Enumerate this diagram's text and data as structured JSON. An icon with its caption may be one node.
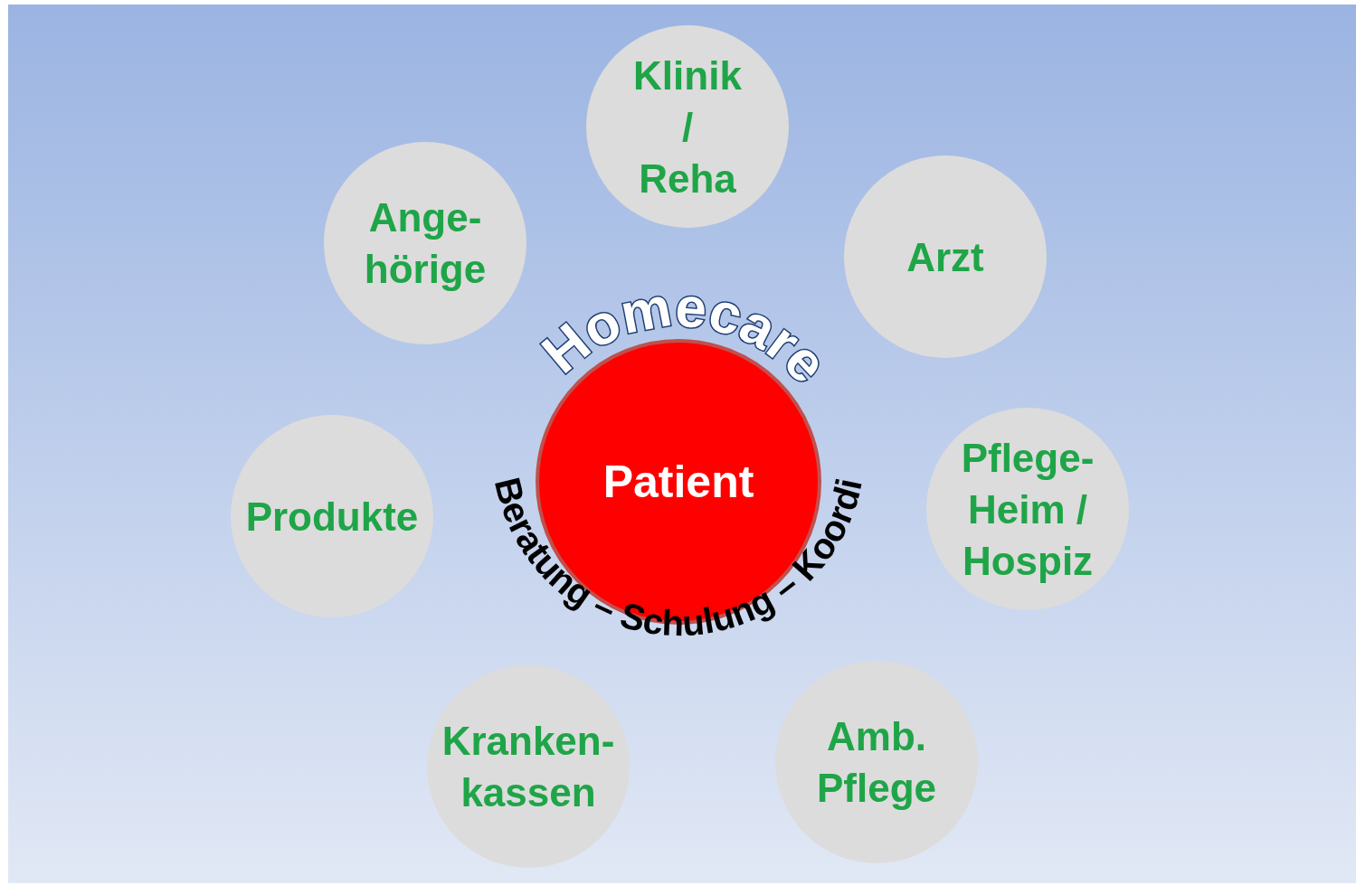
{
  "diagram": {
    "nodes": [
      {
        "text": [
          "Patient"
        ]
      },
      {
        "text": [
          "Klinik / Reha"
        ]
      },
      {
        "text": [
          "Arzt"
        ]
      },
      {
        "text": [
          "Pflege- Heim / Hospiz"
        ]
      },
      {
        "text": [
          "Amb. Pflege"
        ]
      },
      {
        "text": [
          "Kranken- kassen"
        ]
      },
      {
        "text": [
          "Produkte"
        ]
      },
      {
        "text": [
          "Ange- hörige"
        ]
      }
    ],
    "edges": [],
    "labels": [
      "Homecare",
      "Beratung – Schulung – Koordi"
    ]
  }
}
